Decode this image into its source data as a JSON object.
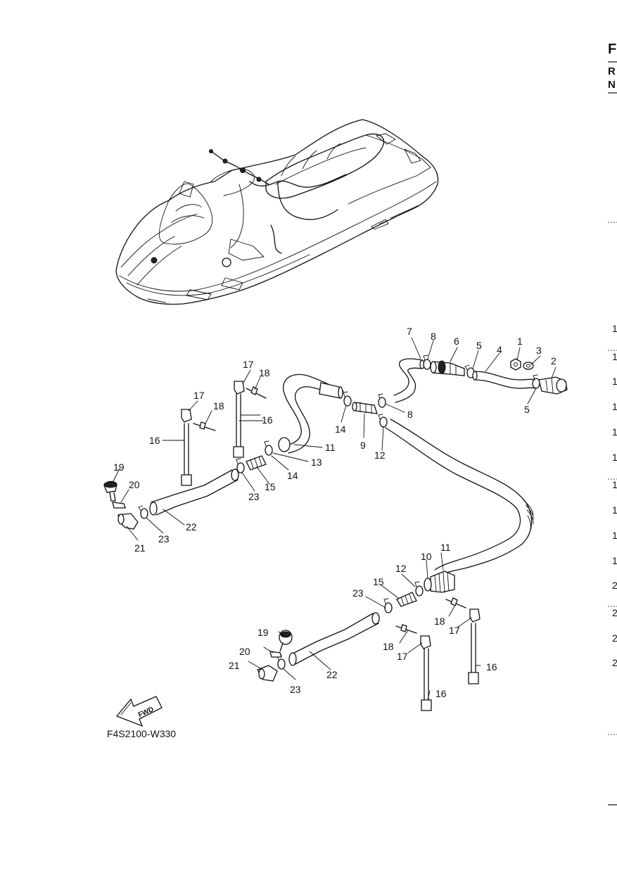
{
  "header": {
    "letters": [
      "F",
      "R",
      "N"
    ]
  },
  "edge_numbers": [
    "1",
    "1",
    "1",
    "1",
    "1",
    "1",
    "1",
    "1",
    "1",
    "1",
    "2",
    "2",
    "2",
    "2"
  ],
  "callouts": {
    "c1": "1",
    "c2": "2",
    "c3": "3",
    "c4": "4",
    "c5a": "5",
    "c5b": "5",
    "c6": "6",
    "c7": "7",
    "c8a": "8",
    "c8b": "8",
    "c9": "9",
    "c10": "10",
    "c11a": "11",
    "c11b": "11",
    "c12a": "12",
    "c12b": "12",
    "c13": "13",
    "c14a": "14",
    "c14b": "14",
    "c15a": "15",
    "c15b": "15",
    "c16a": "16",
    "c16b": "16",
    "c16c": "16",
    "c16d": "16",
    "c17a": "17",
    "c17b": "17",
    "c17c": "17",
    "c17d": "17",
    "c18a": "18",
    "c18b": "18",
    "c18c": "18",
    "c18d": "18",
    "c19a": "19",
    "c19b": "19",
    "c20a": "20",
    "c20b": "20",
    "c21a": "21",
    "c21b": "21",
    "c22a": "22",
    "c22b": "22",
    "c23a": "23",
    "c23b": "23",
    "c23c": "23",
    "c23d": "23"
  },
  "fwd_arrow": {
    "label": "FWD"
  },
  "diagram_code": "F4S2100-W330"
}
